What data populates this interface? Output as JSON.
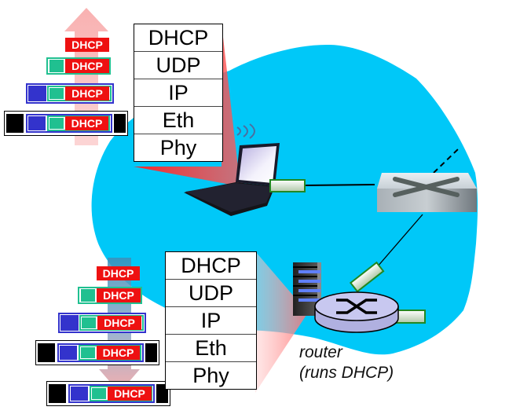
{
  "stacks": {
    "client": {
      "layers": [
        "DHCP",
        "UDP",
        "IP",
        "Eth",
        "Phy"
      ]
    },
    "server": {
      "layers": [
        "DHCP",
        "UDP",
        "IP",
        "Eth",
        "Phy"
      ]
    }
  },
  "packets": {
    "tag": "DHCP",
    "client_stack_direction": "up",
    "server_stack_direction": "down"
  },
  "router_label": {
    "line1": "router",
    "line2": "(runs DHCP)"
  },
  "colors": {
    "network_cloud": "#00c8f8",
    "dhcp_payload": "#ee1111",
    "udp_header": "#20c090",
    "ip_header": "#3333cc",
    "eth_header": "#000000",
    "arrow_up": "#f8b0b0",
    "arrow_down_top": "#4a90b0",
    "link_green": "#228822",
    "router_body": "#c8c8f0"
  }
}
